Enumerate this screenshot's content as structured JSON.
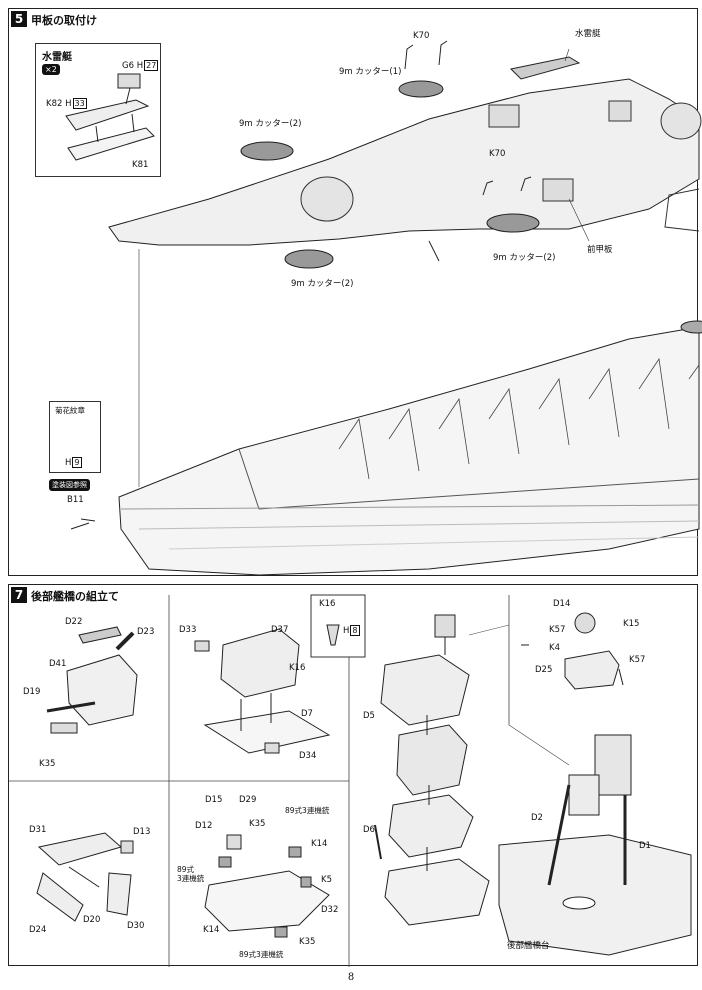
{
  "step5": {
    "number": "5",
    "title": "甲板の取付け",
    "inset_torpedo": {
      "title": "水雷艇",
      "multiplier": "×2",
      "labels": {
        "g6": "G6",
        "h27": "27",
        "k82": "K82",
        "h33": "33",
        "k81": "K81",
        "h_prefix": "H"
      }
    },
    "callouts": {
      "k70_top": "K70",
      "cutter1": "9m カッター(1)",
      "torpedo_boat": "水雷艇",
      "cutter2_left": "9m カッター(2)",
      "k70_mid": "K70",
      "cutter2_mid": "9m カッター(2)",
      "cutter2_bottom": "9m カッター(2)",
      "front_deck": "前甲板"
    },
    "chrysanthemum": {
      "title": "菊花紋章",
      "h_prefix": "H",
      "h9": "9"
    },
    "paint_badge": "塗装図参照",
    "b11": "B11"
  },
  "step7": {
    "number": "7",
    "title": "後部艦橋の組立て",
    "sub_a": {
      "d22": "D22",
      "d23": "D23",
      "d41": "D41",
      "d19": "D19",
      "k35": "K35"
    },
    "sub_b": {
      "d33": "D33",
      "d37": "D37",
      "k16": "K16",
      "d7": "D7",
      "d34": "D34"
    },
    "sub_c": {
      "k16": "K16",
      "h_prefix": "H",
      "h8": "8"
    },
    "sub_d": {
      "d31": "D31",
      "d13": "D13",
      "d20": "D20",
      "d24": "D24",
      "d30": "D30"
    },
    "sub_e": {
      "d15": "D15",
      "d29": "D29",
      "d12": "D12",
      "k35a": "K35",
      "gun89_top": "89式3連機銃",
      "k14a": "K14",
      "gun89_left": "89式\n3連機銃",
      "k5": "K5",
      "d32": "D32",
      "k14b": "K14",
      "k35b": "K35",
      "gun89_bottom": "89式3連機銃"
    },
    "sub_f": {
      "d5": "D5",
      "d6": "D6"
    },
    "sub_g": {
      "d14": "D14",
      "k57a": "K57",
      "k15": "K15",
      "k4": "K4",
      "d25": "D25",
      "k57b": "K57"
    },
    "sub_h": {
      "d2": "D2",
      "d1": "D1",
      "rear_bridge_base": "後部艦橋台"
    }
  },
  "page_number": "8"
}
